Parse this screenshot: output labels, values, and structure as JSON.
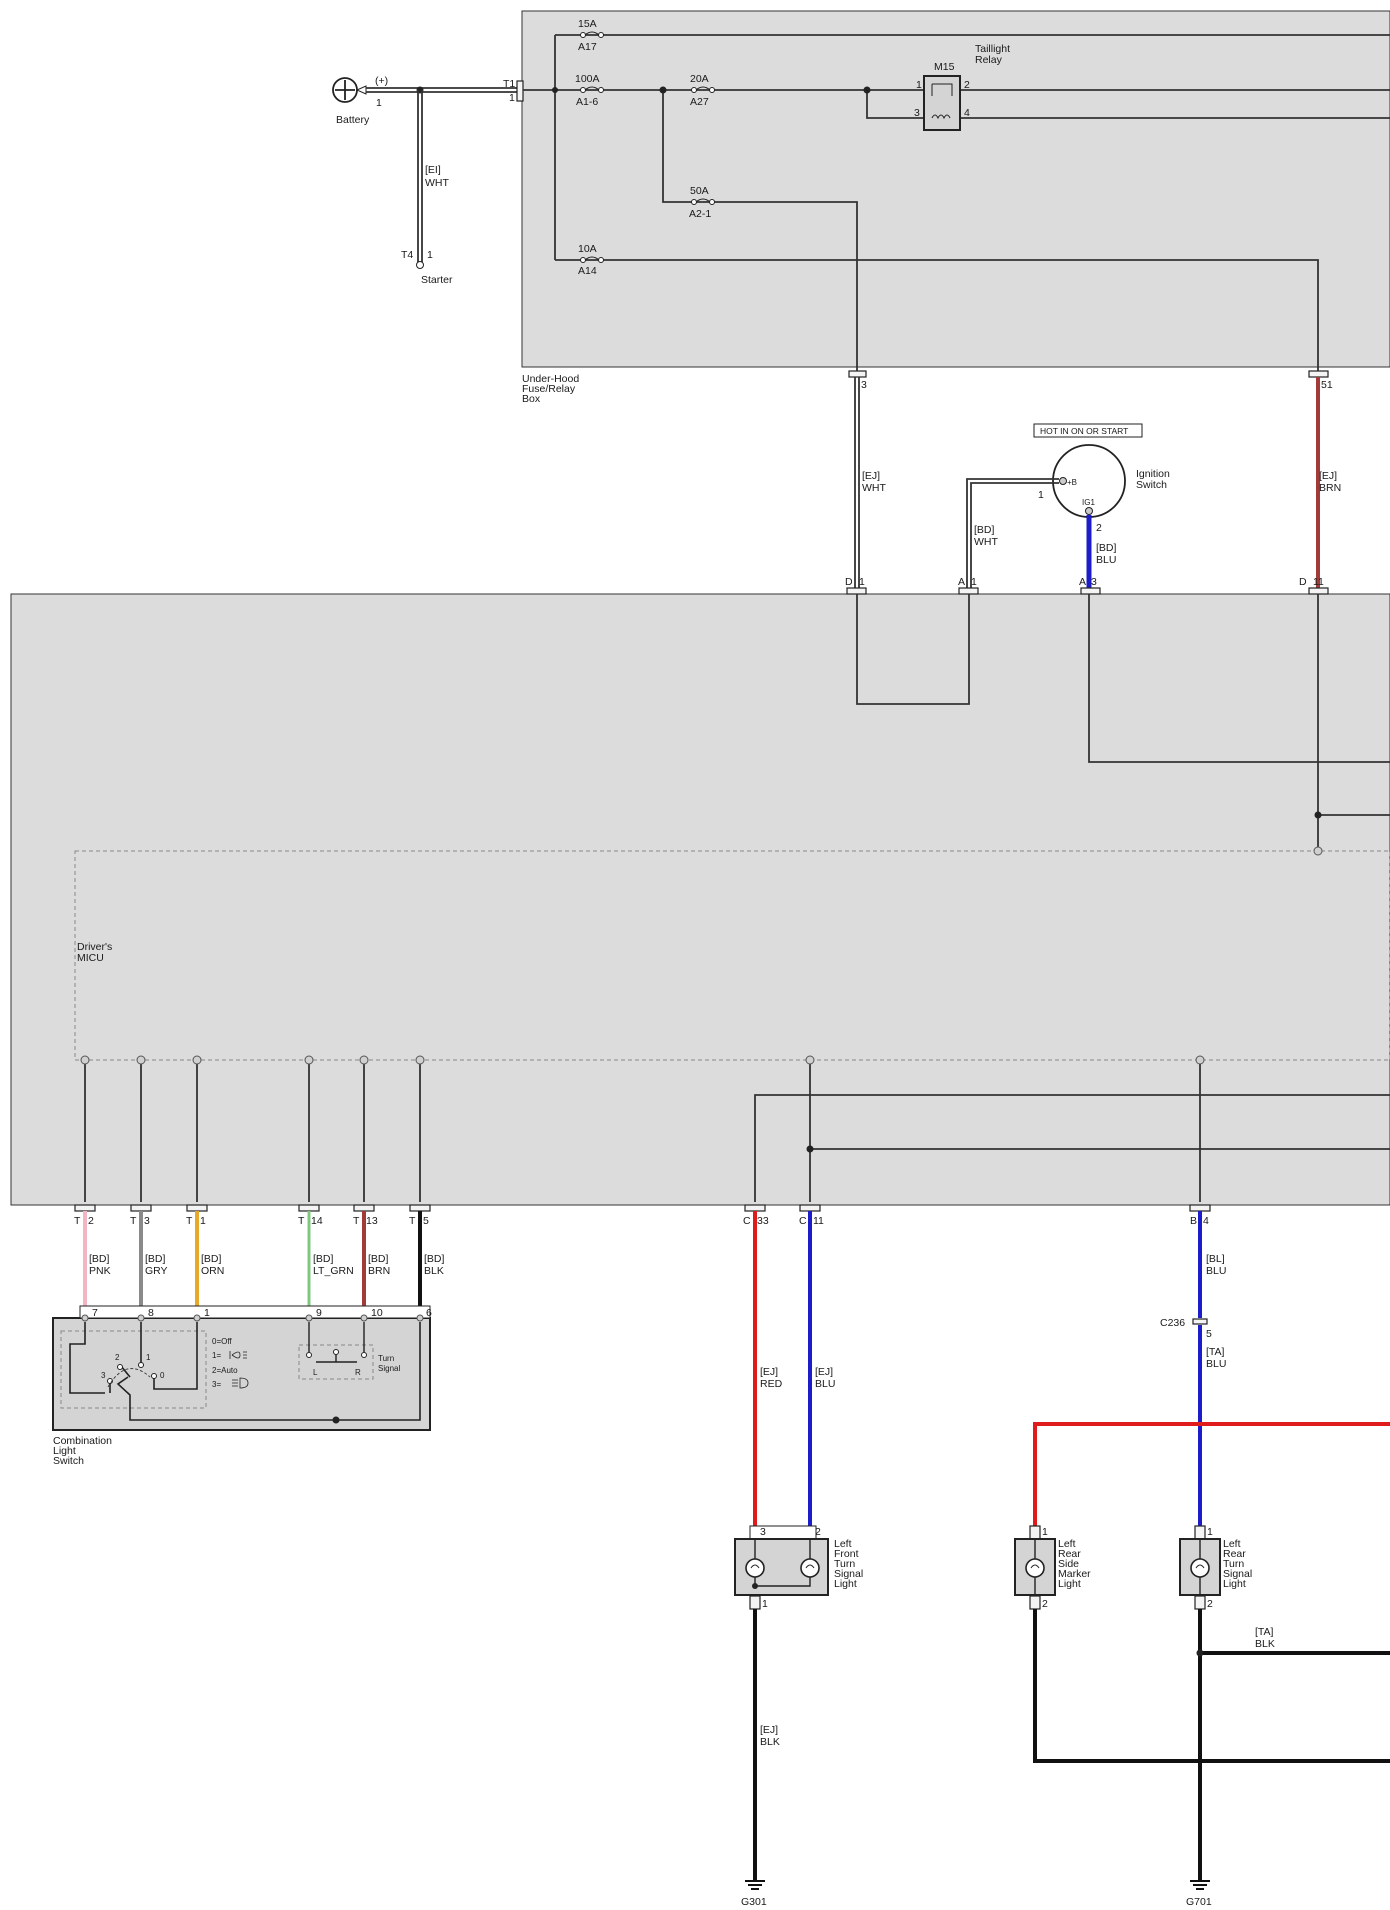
{
  "battery": {
    "label": "Battery",
    "polarity": "(+)",
    "pin": "1"
  },
  "starter": {
    "label": "Starter",
    "connector": "T4",
    "pin": "1",
    "wire_harness": "[EI]",
    "wire_color": "WHT"
  },
  "under_hood_box": {
    "label_lines": [
      "Under-Hood",
      "Fuse/Relay",
      "Box"
    ],
    "input_connector": "T1",
    "input_pin": "1",
    "fuses": [
      {
        "rating": "15A",
        "id": "A17"
      },
      {
        "rating": "100A",
        "id": "A1-6"
      },
      {
        "rating": "20A",
        "id": "A27"
      },
      {
        "rating": "50A",
        "id": "A2-1"
      },
      {
        "rating": "10A",
        "id": "A14"
      }
    ],
    "relay": {
      "id": "M15",
      "label_lines": [
        "Taillight",
        "Relay"
      ],
      "pins": [
        "1",
        "2",
        "3",
        "4"
      ]
    },
    "output_pins": [
      "3",
      "51"
    ]
  },
  "ignition_switch": {
    "label_lines": [
      "Ignition",
      "Switch"
    ],
    "hot_label": "HOT IN ON OR START",
    "terminal_b": "+B",
    "terminal_ig1": "IG1",
    "pins": [
      "1",
      "2"
    ]
  },
  "wires_top": [
    {
      "harness": "[EJ]",
      "color": "WHT"
    },
    {
      "harness": "[BD]",
      "color": "WHT"
    },
    {
      "harness": "[BD]",
      "color": "BLU"
    },
    {
      "harness": "[EJ]",
      "color": "BRN"
    }
  ],
  "micu": {
    "label_lines": [
      "Driver's",
      "MICU"
    ],
    "top_connectors": [
      {
        "letter": "D",
        "pin": "1"
      },
      {
        "letter": "A",
        "pin": "1"
      },
      {
        "letter": "A",
        "pin": "3"
      },
      {
        "letter": "D",
        "pin": "11"
      }
    ],
    "bottom_connectors": [
      {
        "letter": "T",
        "pin": "2"
      },
      {
        "letter": "T",
        "pin": "3"
      },
      {
        "letter": "T",
        "pin": "1"
      },
      {
        "letter": "T",
        "pin": "14"
      },
      {
        "letter": "T",
        "pin": "13"
      },
      {
        "letter": "T",
        "pin": "5"
      },
      {
        "letter": "C",
        "pin": "33"
      },
      {
        "letter": "C",
        "pin": "11"
      },
      {
        "letter": "B",
        "pin": "4"
      }
    ]
  },
  "wires_switch": [
    {
      "harness": "[BD]",
      "color": "PNK",
      "hex": "#f2b5c4"
    },
    {
      "harness": "[BD]",
      "color": "GRY",
      "hex": "#8a8a8a"
    },
    {
      "harness": "[BD]",
      "color": "ORN",
      "hex": "#e8a82a"
    },
    {
      "harness": "[BD]",
      "color": "LT_GRN",
      "hex": "#7fc97f"
    },
    {
      "harness": "[BD]",
      "color": "BRN",
      "hex": "#a33a3a"
    },
    {
      "harness": "[BD]",
      "color": "BLK",
      "hex": "#111111"
    }
  ],
  "combination_switch": {
    "label_lines": [
      "Combination",
      "Light",
      "Switch"
    ],
    "pins": [
      "7",
      "8",
      "1",
      "9",
      "10",
      "6"
    ],
    "positions": [
      "0=Off",
      "1=",
      "2=Auto",
      "3="
    ],
    "dial_numbers": [
      "2",
      "1",
      "3",
      "0"
    ],
    "turn_label_lines": [
      "Turn",
      "Signal"
    ],
    "turn_positions": [
      "L",
      "R"
    ]
  },
  "wires_lower": [
    {
      "harness": "[EJ]",
      "color": "RED",
      "hex": "#e01b1b"
    },
    {
      "harness": "[EJ]",
      "color": "BLU",
      "hex": "#1c1cc8"
    },
    {
      "harness": "[BL]",
      "color": "BLU",
      "hex": "#1c1cc8"
    },
    {
      "harness": "[TA]",
      "color": "BLU",
      "hex": "#1c1cc8"
    }
  ],
  "c236": {
    "label": "C236",
    "pin": "5"
  },
  "front_turn_light": {
    "label_lines": [
      "Left",
      "Front",
      "Turn",
      "Signal",
      "Light"
    ],
    "pins": [
      "3",
      "2",
      "1"
    ]
  },
  "side_marker_light": {
    "label_lines": [
      "Left",
      "Rear",
      "Side",
      "Marker",
      "Light"
    ],
    "pins": [
      "1",
      "2"
    ]
  },
  "rear_turn_light": {
    "label_lines": [
      "Left",
      "Rear",
      "Turn",
      "Signal",
      "Light"
    ],
    "pins": [
      "1",
      "2"
    ]
  },
  "ground_wires": [
    {
      "harness": "[EJ]",
      "color": "BLK"
    },
    {
      "harness": "[TA]",
      "color": "BLK"
    }
  ],
  "grounds": [
    "G301",
    "G701"
  ],
  "colors": {
    "red": "#e01b1b",
    "blue": "#1c1cc8",
    "brown": "#a33a3a",
    "black": "#111111",
    "box_fill": "#dcdcdc"
  }
}
